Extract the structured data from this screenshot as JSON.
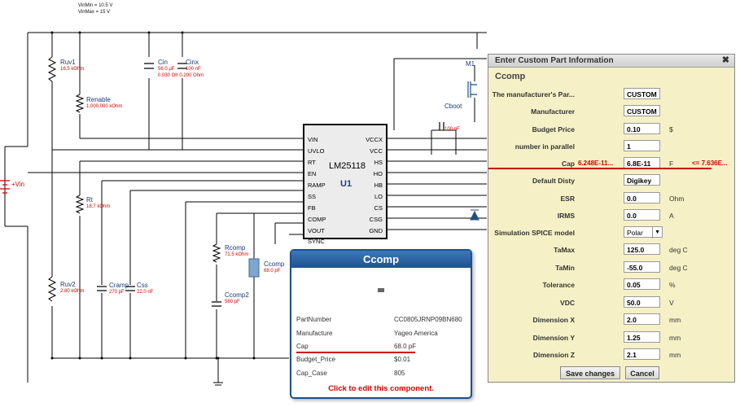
{
  "top_note": {
    "vin_min": "VinMin = 10.5 V",
    "vin_max": "VinMax = 15 V"
  },
  "schematic": {
    "components": [
      {
        "name": "Ruv1",
        "value": "16.5 kOhm"
      },
      {
        "name": "Renable",
        "value": "1,000,000 kOhm"
      },
      {
        "name": "Rt",
        "value": "18.7 kOhm"
      },
      {
        "name": "Ruv2",
        "value": "2.80 kOhm"
      },
      {
        "name": "Cramp",
        "value": "270 pF"
      },
      {
        "name": "Css",
        "value": "22.0 nF"
      },
      {
        "name": "Cin",
        "value": "56.0 µF"
      },
      {
        "name": "Cinx",
        "value": "100 nF"
      },
      {
        "name": "Rcomp",
        "value": "71.5 kOhm"
      },
      {
        "name": "Ccomp",
        "value": "68.0 pF"
      },
      {
        "name": "Ccomp2",
        "value": "560 pF"
      },
      {
        "name": "Cboot",
        "value": "100 nF"
      },
      {
        "name": "M1",
        "value": ""
      },
      {
        "name": "+Vin",
        "value": ""
      }
    ],
    "cin_extra": "0.030 Oh 0.200 Ohm",
    "chip": {
      "name": "LM25118",
      "ref": "U1",
      "left_pins": [
        "VIN",
        "UVLO",
        "RT",
        "EN",
        "RAMP",
        "SS",
        "FB",
        "COMP",
        "VOUT",
        "SYNC"
      ],
      "right_pins": [
        "VCCX",
        "VCC",
        "HS",
        "HO",
        "HB",
        "LO",
        "CS",
        "CSG",
        "GND"
      ]
    }
  },
  "dialog": {
    "title": "Enter Custom Part Information",
    "close": "✖",
    "heading": "Ccomp",
    "rows": [
      {
        "label": "The manufacturer's Par...",
        "value": "CUSTOM",
        "unit": ""
      },
      {
        "label": "Manufacturer",
        "value": "CUSTOM",
        "unit": ""
      },
      {
        "label": "Budget Price",
        "value": "0.10",
        "unit": "$"
      },
      {
        "label": "number in parallel",
        "value": "1",
        "unit": ""
      },
      {
        "label": "Cap",
        "value": "6.8E-11",
        "unit": "F"
      },
      {
        "label": "Default Disty",
        "value": "Digikey",
        "unit": ""
      },
      {
        "label": "ESR",
        "value": "0.0",
        "unit": "Ohm"
      },
      {
        "label": "IRMS",
        "value": "0.0",
        "unit": "A"
      },
      {
        "label": "Simulation SPICE model",
        "value": "Polar",
        "unit": ""
      },
      {
        "label": "TaMax",
        "value": "125.0",
        "unit": "deg C"
      },
      {
        "label": "TaMin",
        "value": "-55.0",
        "unit": "deg C"
      },
      {
        "label": "Tolerance",
        "value": "0.05",
        "unit": "%"
      },
      {
        "label": "VDC",
        "value": "50.0",
        "unit": "V"
      },
      {
        "label": "Dimension X",
        "value": "2.0",
        "unit": "mm"
      },
      {
        "label": "Dimension Y",
        "value": "1.25",
        "unit": "mm"
      },
      {
        "label": "Dimension Z",
        "value": "2.1",
        "unit": "mm"
      }
    ],
    "cap_min": "6.248E-11...",
    "cap_max": "<= 7.636E...",
    "save": "Save changes",
    "cancel": "Cancel",
    "accent": "#cc0000"
  },
  "card": {
    "title": "Ccomp",
    "rows": [
      {
        "key": "PartNumber",
        "value": "CC0805JRNP09BN680"
      },
      {
        "key": "Manufacture",
        "value": "Yageo America"
      },
      {
        "key": "Cap",
        "value": "68.0 pF"
      },
      {
        "key": "Budget_Price",
        "value": "$0.01"
      },
      {
        "key": "Cap_Case",
        "value": "805"
      }
    ],
    "footer": "Click to edit this component."
  }
}
